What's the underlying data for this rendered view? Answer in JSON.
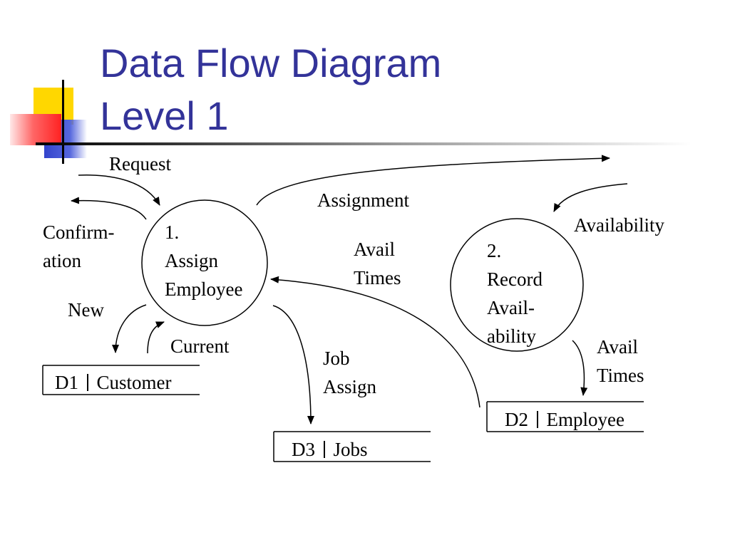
{
  "slide": {
    "title_lines": [
      "Data Flow Diagram",
      "Level 1"
    ],
    "title_color": "#333399"
  },
  "processes": [
    {
      "number": "1.",
      "lines": [
        "Assign",
        "Employee"
      ]
    },
    {
      "number": "2.",
      "lines": [
        "Record",
        "Avail-",
        "ability"
      ]
    }
  ],
  "data_stores": [
    {
      "id": "D1",
      "name": "Customer"
    },
    {
      "id": "D2",
      "name": "Employee"
    },
    {
      "id": "D3",
      "name": "Jobs"
    }
  ],
  "flows": {
    "request": [
      "Request"
    ],
    "confirmation": [
      "Confirm-",
      "ation"
    ],
    "new": [
      "New"
    ],
    "current": [
      "Current"
    ],
    "assignment": [
      "Assignment"
    ],
    "availability": [
      "Availability"
    ],
    "avail_times_to_p1": [
      "Avail",
      "Times"
    ],
    "job_assign": [
      "Job",
      "Assign"
    ],
    "avail_times_to_d2": [
      "Avail",
      "Times"
    ]
  },
  "decoration_colors": {
    "yellow": "#FFD700",
    "blue": "#3344CC",
    "red": "#FF3333"
  }
}
